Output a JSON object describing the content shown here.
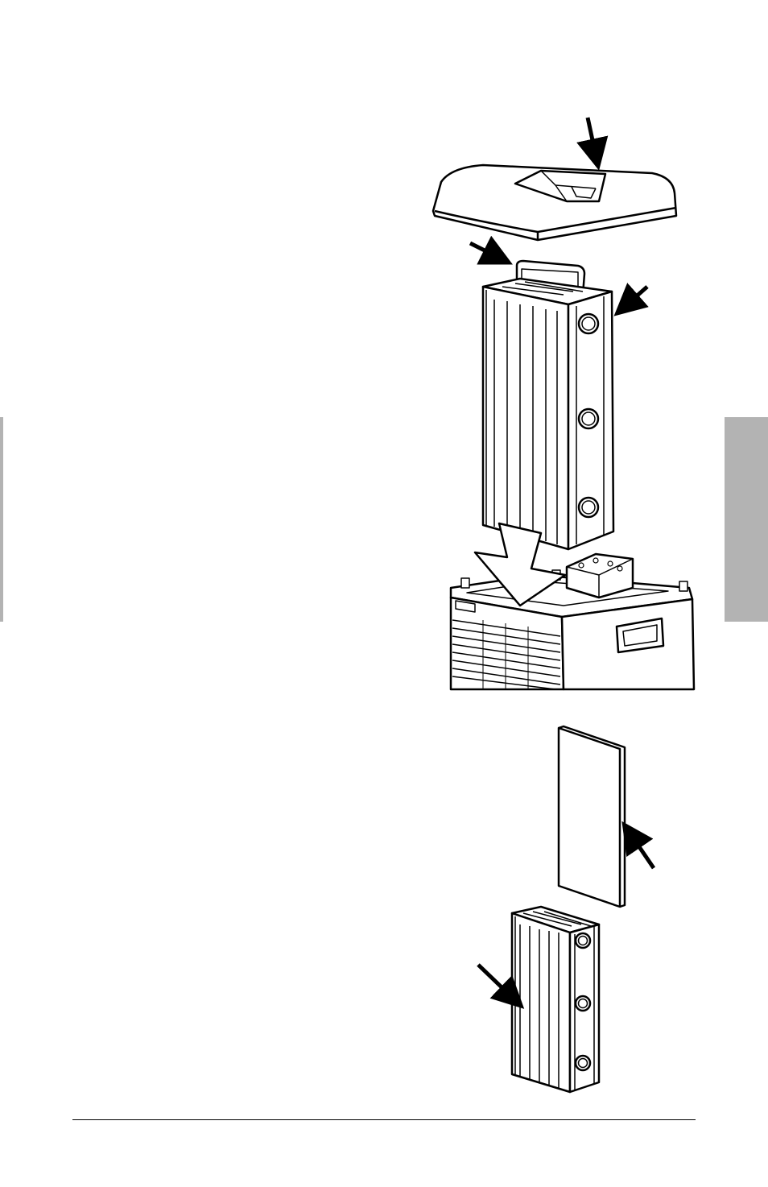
{
  "page": {
    "tab_color": "#b3b3b3",
    "rule_color": "#000000",
    "line_color": "#000000",
    "fill_color": "#ffffff",
    "shade_color": "#e6e6e6"
  },
  "illustrations": {
    "top": {
      "parts": [
        "top-cover",
        "filter-cartridge",
        "base-unit",
        "down-arrow"
      ],
      "callout_arrow_count": 3
    },
    "bottom": {
      "parts": [
        "filter-sheet",
        "filter-cartridge"
      ],
      "callout_arrow_count": 2
    }
  }
}
